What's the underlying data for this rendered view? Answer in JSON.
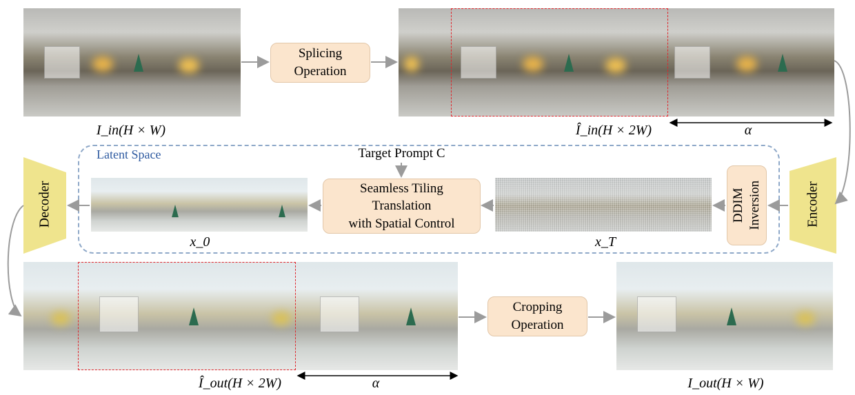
{
  "latent_space": {
    "label": "Latent Space"
  },
  "boxes": {
    "splicing": [
      "Splicing",
      "Operation"
    ],
    "tiling": [
      "Seamless Tiling",
      "Translation",
      "with Spatial Control"
    ],
    "cropping": [
      "Cropping",
      "Operation"
    ],
    "ddim": [
      "DDIM",
      "Inversion"
    ]
  },
  "modules": {
    "encoder": "Encoder",
    "decoder": "Decoder"
  },
  "prompt": {
    "text": "Target Prompt C"
  },
  "captions": {
    "i_in": "I_in(H × W)",
    "i_in_hat": "Î_in(H × 2W)",
    "alpha_top": "α",
    "x0": "x_0",
    "xT": "x_T",
    "i_out_hat": "Î_out(H × 2W)",
    "alpha_bottom": "α",
    "i_out": "I_out(H × W)"
  },
  "colors": {
    "process_box_fill": "#fbe5cd",
    "coder_fill": "#efe48d",
    "latent_border": "#8ea8c8",
    "latent_label": "#2e5aa0",
    "crop_window": "#e0242b",
    "arrow": "#9b9b9b"
  }
}
